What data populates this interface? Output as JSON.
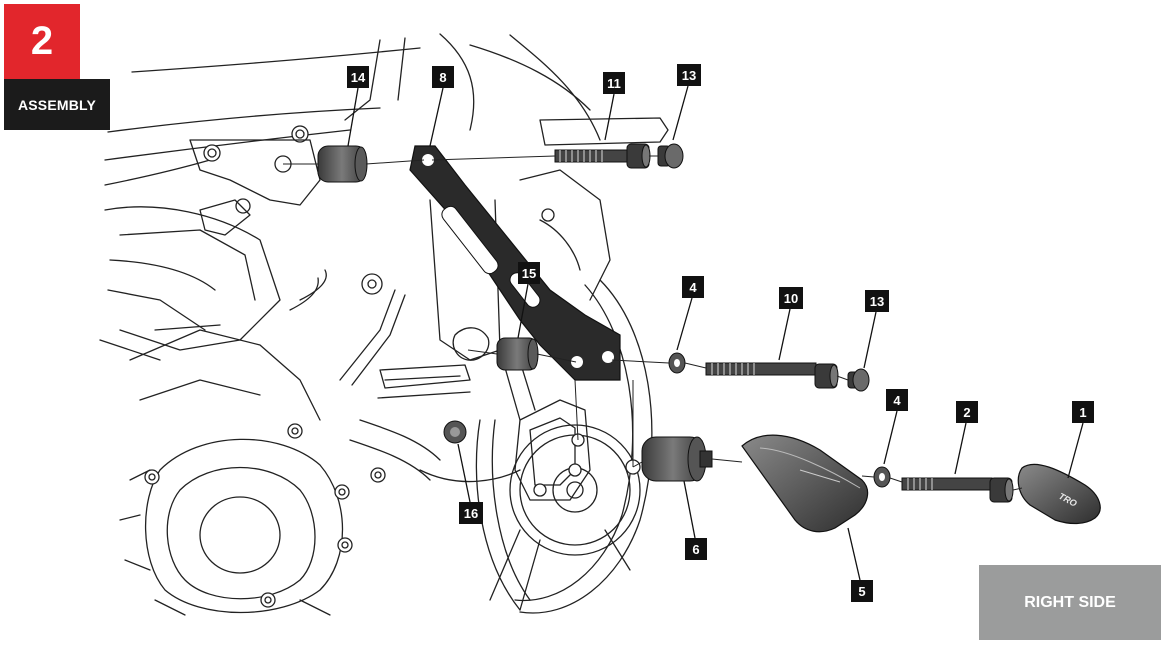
{
  "step": {
    "number": "2",
    "label": "ASSEMBLY"
  },
  "side_label": "RIGHT SIDE",
  "colors": {
    "accent": "#e2262c",
    "label_bg": "#1b1b1b",
    "badge_bg": "#9b9c9c",
    "part_fill": "#555555"
  },
  "callouts": {
    "c1": "1",
    "c2": "2",
    "c4a": "4",
    "c4b": "4",
    "c5": "5",
    "c6": "6",
    "c8": "8",
    "c10": "10",
    "c11": "11",
    "c13a": "13",
    "c13b": "13",
    "c14": "14",
    "c15": "15",
    "c16": "16"
  },
  "logo_text": "TRO"
}
